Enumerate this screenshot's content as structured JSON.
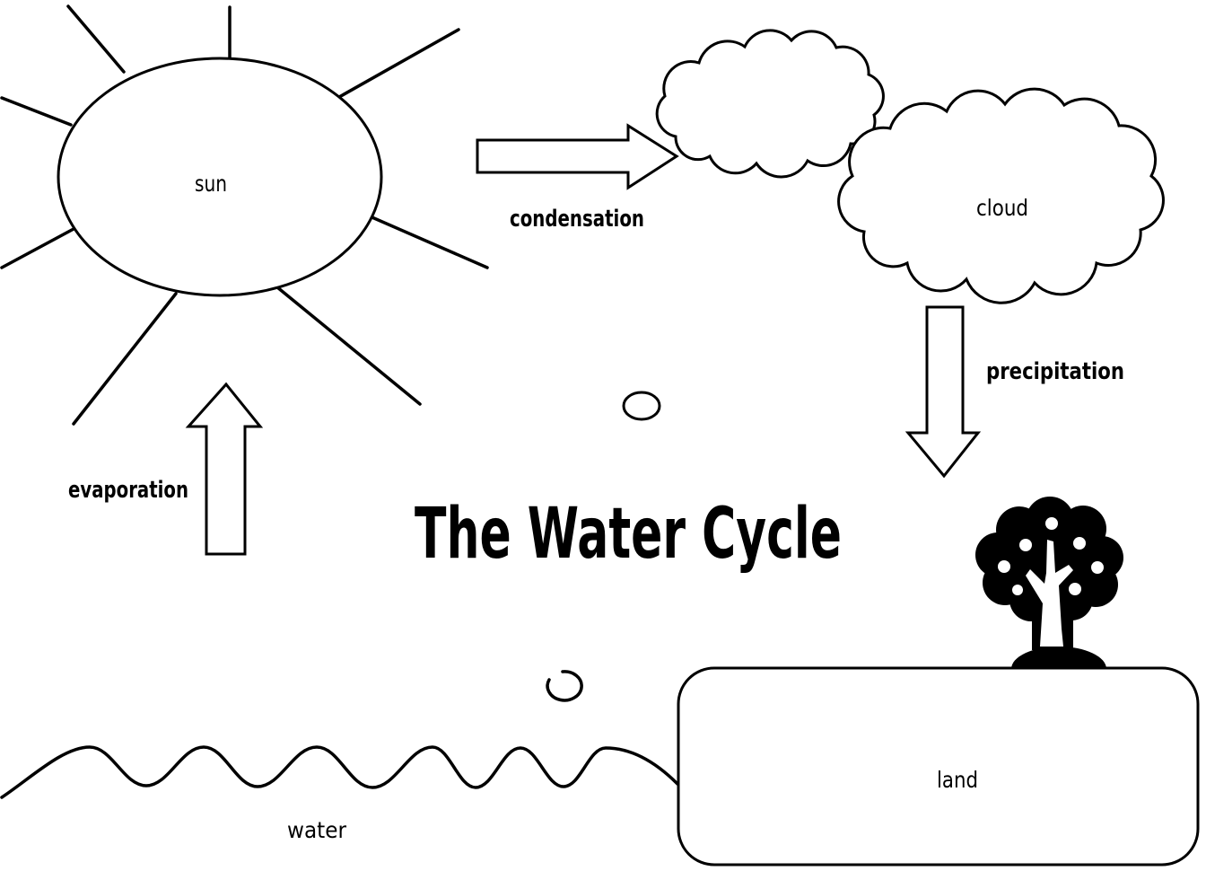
{
  "page": {
    "colors": {
      "background": "#ffffff",
      "ink": "#000000"
    }
  },
  "diagram": {
    "title": "The Water Cycle",
    "node_labels": {
      "sun": "sun",
      "cloud": "cloud",
      "land": "land",
      "water": "water"
    },
    "process_labels": {
      "condensation": "condensation",
      "precipitation": "precipitation",
      "evaporation": "evaporation"
    }
  }
}
